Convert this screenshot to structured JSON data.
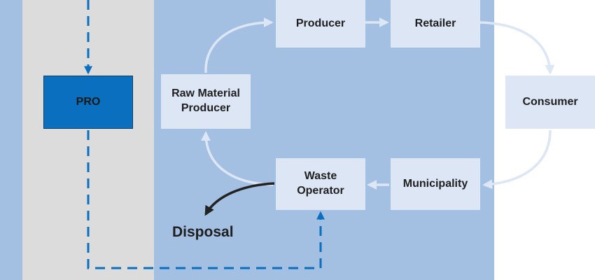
{
  "nodes": {
    "pro": "PRO",
    "raw_material_producer": [
      "Raw Material",
      "Producer"
    ],
    "producer": "Producer",
    "retailer": "Retailer",
    "consumer": "Consumer",
    "waste_operator": [
      "Waste",
      "Operator"
    ],
    "municipality": "Municipality"
  },
  "labels": {
    "disposal": "Disposal"
  },
  "colors": {
    "left_band": "#a3bfe2",
    "grey_band": "#dcdcdc",
    "main_band": "#a3bfe2",
    "node_fill": "#dde6f5",
    "pro_fill": "#0a6fbe",
    "dashed_arrow": "#0a6fbe",
    "cycle_arrow": "#dde6f5",
    "disposal_arrow": "#222222"
  }
}
